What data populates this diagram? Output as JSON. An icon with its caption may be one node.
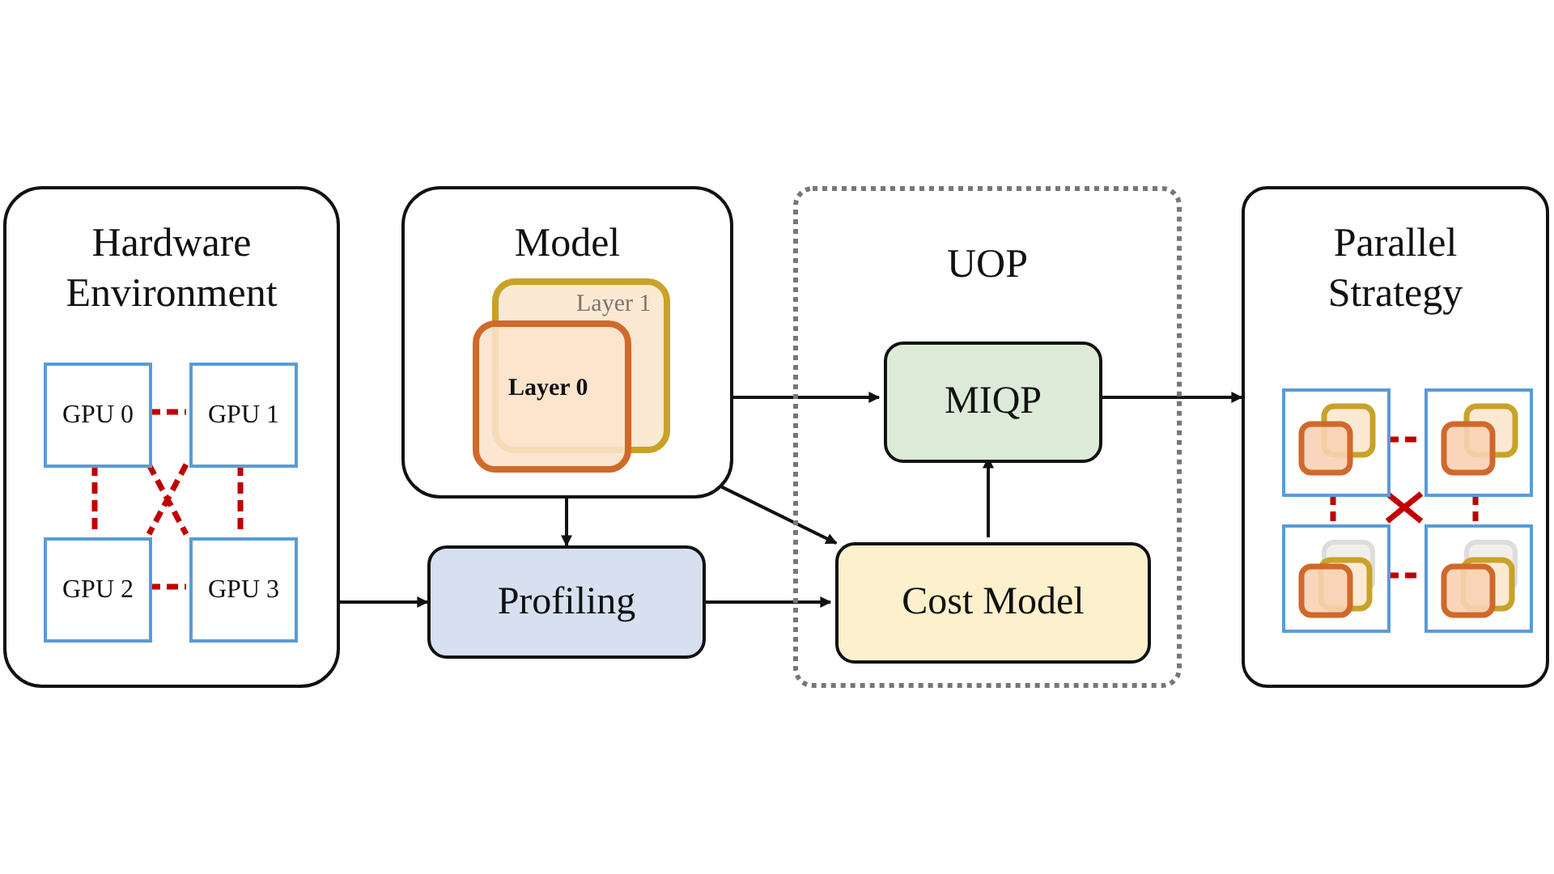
{
  "diagram": {
    "nodes": [
      {
        "text": [
          "Hardware Environment"
        ]
      },
      {
        "text": [
          "GPU 0"
        ],
        "in": 0
      },
      {
        "text": [
          "GPU 1"
        ],
        "in": 0
      },
      {
        "text": [
          "GPU 2"
        ],
        "in": 0
      },
      {
        "text": [
          "GPU 3"
        ],
        "in": 0
      },
      {
        "text": [
          "Model"
        ]
      },
      {
        "text": [
          "Layer 1"
        ],
        "in": 5
      },
      {
        "text": [
          "Layer 0"
        ],
        "in": 5
      },
      {
        "text": [
          "UOP"
        ]
      },
      {
        "text": [
          "MIQP"
        ],
        "in": 8
      },
      {
        "text": [
          "Cost Model"
        ],
        "in": 8
      },
      {
        "text": [
          "Profiling"
        ]
      },
      {
        "text": [
          "Parallel Strategy"
        ]
      },
      {
        "text": [],
        "shape": "box",
        "in": 12
      },
      {
        "text": [],
        "shape": "box",
        "in": 12
      },
      {
        "text": [],
        "shape": "box",
        "in": 12
      },
      {
        "text": [],
        "shape": "box",
        "in": 12
      }
    ],
    "edges": [
      {
        "from": 1,
        "to": 2,
        "arrow": "none",
        "style": "dashed",
        "color": "#c00000"
      },
      {
        "from": 1,
        "to": 3,
        "arrow": "none",
        "style": "dashed",
        "color": "#c00000"
      },
      {
        "from": 2,
        "to": 4,
        "arrow": "none",
        "style": "dashed",
        "color": "#c00000"
      },
      {
        "from": 3,
        "to": 4,
        "arrow": "none",
        "style": "dashed",
        "color": "#c00000"
      },
      {
        "from": 1,
        "to": 4,
        "arrow": "none",
        "style": "dashed",
        "color": "#c00000"
      },
      {
        "from": 2,
        "to": 3,
        "arrow": "none",
        "style": "dashed",
        "color": "#c00000"
      },
      {
        "from": 0,
        "to": 11,
        "arrow": "to",
        "color": "#111111"
      },
      {
        "from": 5,
        "to": 11,
        "arrow": "to",
        "color": "#111111"
      },
      {
        "from": 5,
        "to": 9,
        "arrow": "to",
        "color": "#111111"
      },
      {
        "from": 5,
        "to": 10,
        "arrow": "to",
        "color": "#111111"
      },
      {
        "from": 11,
        "to": 10,
        "arrow": "to",
        "color": "#111111"
      },
      {
        "from": 10,
        "to": 9,
        "arrow": "to",
        "color": "#111111"
      },
      {
        "from": 9,
        "to": 12,
        "arrow": "to",
        "color": "#111111"
      },
      {
        "from": 13,
        "to": 14,
        "arrow": "none",
        "style": "dashed",
        "color": "#c00000"
      },
      {
        "from": 13,
        "to": 15,
        "arrow": "none",
        "style": "dashed",
        "color": "#c00000"
      },
      {
        "from": 14,
        "to": 16,
        "arrow": "none",
        "style": "dashed",
        "color": "#c00000"
      },
      {
        "from": 15,
        "to": 16,
        "arrow": "none",
        "style": "dashed",
        "color": "#c00000"
      },
      {
        "from": 13,
        "to": 16,
        "arrow": "none",
        "color": "#c00000"
      },
      {
        "from": 14,
        "to": 15,
        "arrow": "none",
        "color": "#c00000"
      }
    ]
  }
}
